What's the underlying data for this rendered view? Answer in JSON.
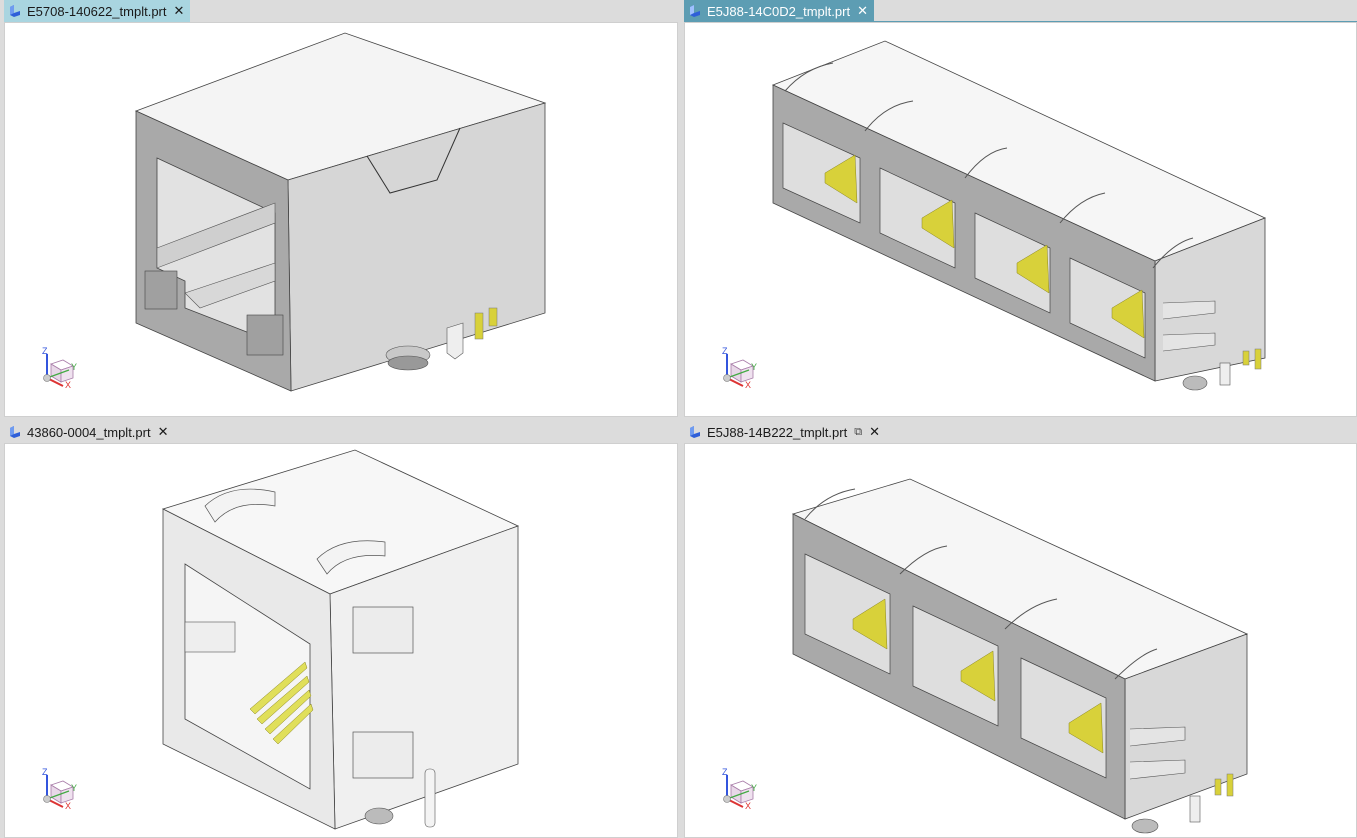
{
  "panes": [
    {
      "id": "top-left",
      "tab": {
        "title": "E5708-140622_tmplt.prt",
        "close": "✕",
        "state": "active-light"
      },
      "model": {
        "description": "single-port RJ45 jack, grey shielded housing"
      },
      "triad": {
        "axes": [
          "Z",
          "Y",
          "X"
        ]
      }
    },
    {
      "id": "top-right",
      "tab": {
        "title": "E5J88-14C0D2_tmplt.prt",
        "close": "✕",
        "state": "active"
      },
      "model": {
        "description": "4-port ganged RJ45 jack with gold contacts"
      },
      "triad": {
        "axes": [
          "Z",
          "Y",
          "X"
        ]
      }
    },
    {
      "id": "bottom-left",
      "tab": {
        "title": "43860-0004_tmplt.prt",
        "close": "✕",
        "state": "inactive"
      },
      "model": {
        "description": "single-port RJ45 jack, white housing with gold contacts"
      },
      "triad": {
        "axes": [
          "Z",
          "Y",
          "X"
        ]
      }
    },
    {
      "id": "bottom-right",
      "tab": {
        "title": "E5J88-14B222_tmplt.prt",
        "modified_icon": "⧉",
        "close": "✕",
        "state": "inactive"
      },
      "model": {
        "description": "3-port ganged RJ45 jack with gold contacts"
      },
      "triad": {
        "axes": [
          "Z",
          "Y",
          "X"
        ]
      }
    }
  ],
  "colors": {
    "tab_active_light": "#a9d5e0",
    "tab_active": "#5d9db3",
    "tab_inactive": "#dcdcdc",
    "viewport_bg": "#ffffff",
    "housing_dark": "#a7a7a7",
    "housing_light": "#d4d4d4",
    "housing_white": "#f2f2f2",
    "contact_gold": "#d8d13a",
    "axis_z": "#3355dd",
    "axis_y": "#44aa44",
    "axis_x": "#dd3333"
  }
}
